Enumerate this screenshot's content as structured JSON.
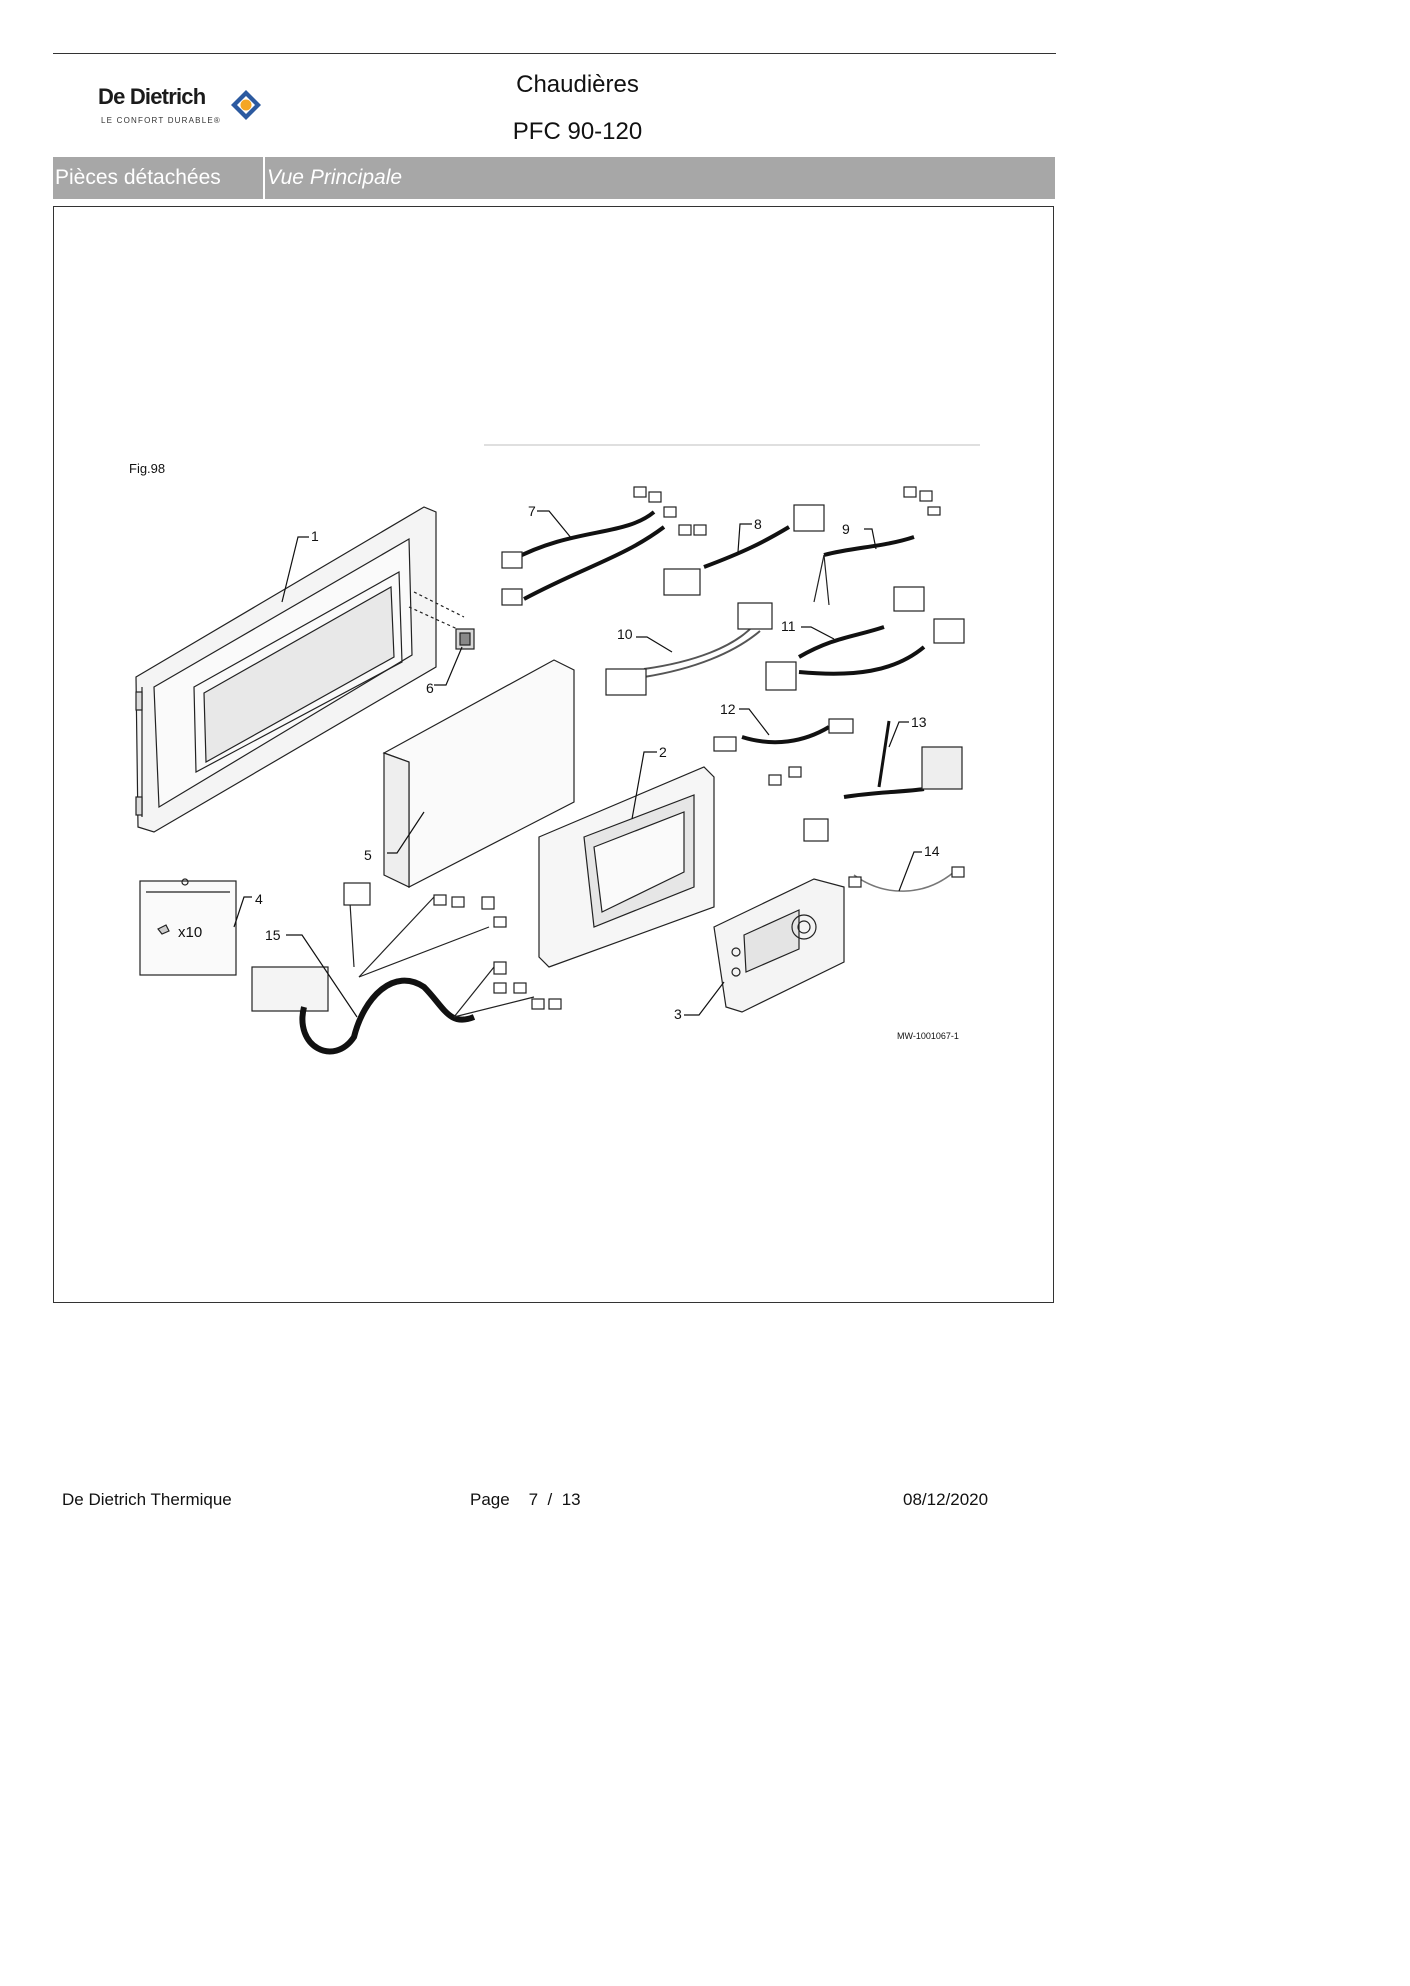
{
  "header": {
    "brand": "De Dietrich",
    "tagline": "LE CONFORT DURABLE®",
    "title_line1": "Chaudières",
    "title_line2": "PFC 90-120"
  },
  "section_bar": {
    "left_label": "Pièces détachées",
    "right_label": "Vue Principale"
  },
  "figure": {
    "caption": "Fig.98",
    "reference": "MW-1001067-1",
    "quantity_note": "x10",
    "callouts": [
      "1",
      "2",
      "3",
      "4",
      "5",
      "6",
      "7",
      "8",
      "9",
      "10",
      "11",
      "12",
      "13",
      "14",
      "15"
    ]
  },
  "footer": {
    "company": "De Dietrich Thermique",
    "page_label": "Page",
    "page_current": "7",
    "page_separator": "/",
    "page_total": "13",
    "date": "08/12/2020"
  },
  "colors": {
    "bar_gray": "#a7a7a7",
    "logo_blue": "#2c5aa0",
    "logo_orange": "#f5a623"
  }
}
